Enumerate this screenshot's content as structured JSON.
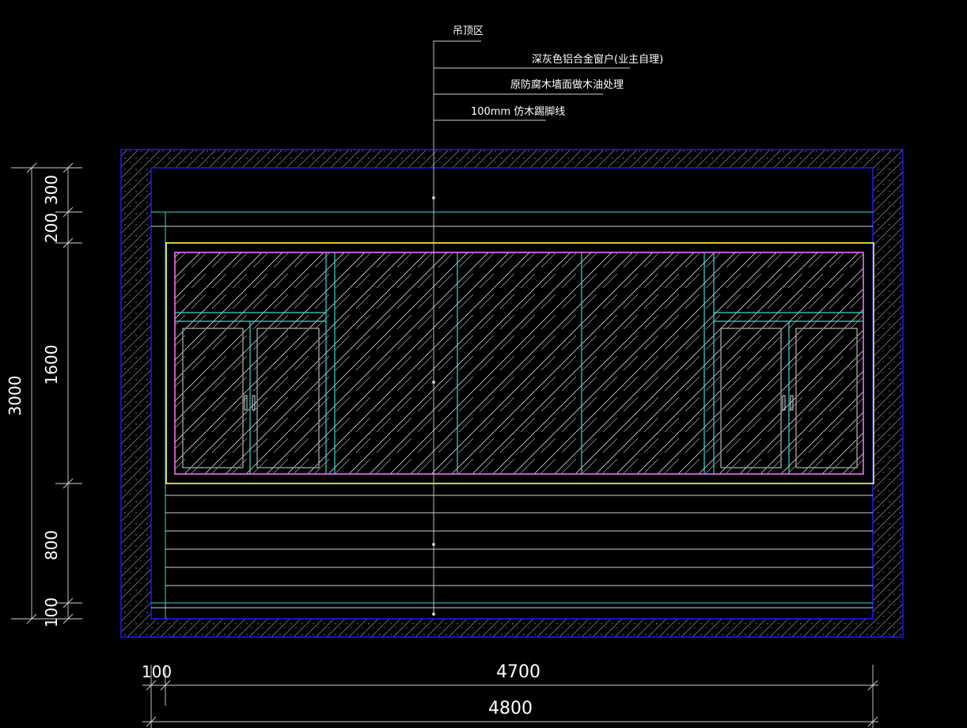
{
  "annotations": {
    "ceiling": "吊顶区",
    "window": "深灰色铝合金窗户(业主自理)",
    "wall": "原防腐木墙面做木油处理",
    "skirting": "100mm 仿木踢脚线"
  },
  "dimensions": {
    "total_height": "3000",
    "vertical_segments": [
      "300",
      "200",
      "1600",
      "800",
      "100"
    ],
    "left_offset": "100",
    "width_inner": "4700",
    "width_total": "4800"
  },
  "colors": {
    "background": "#000000",
    "wall_outline": "#1a1aff",
    "hatch": "#8a8a8a",
    "cyan_lines": "#35d6d6",
    "window_frame": "#ffff33",
    "glass_frame": "#ff77ff",
    "glass_hatch": "#d8d8d8",
    "dimension": "#ffffff"
  }
}
